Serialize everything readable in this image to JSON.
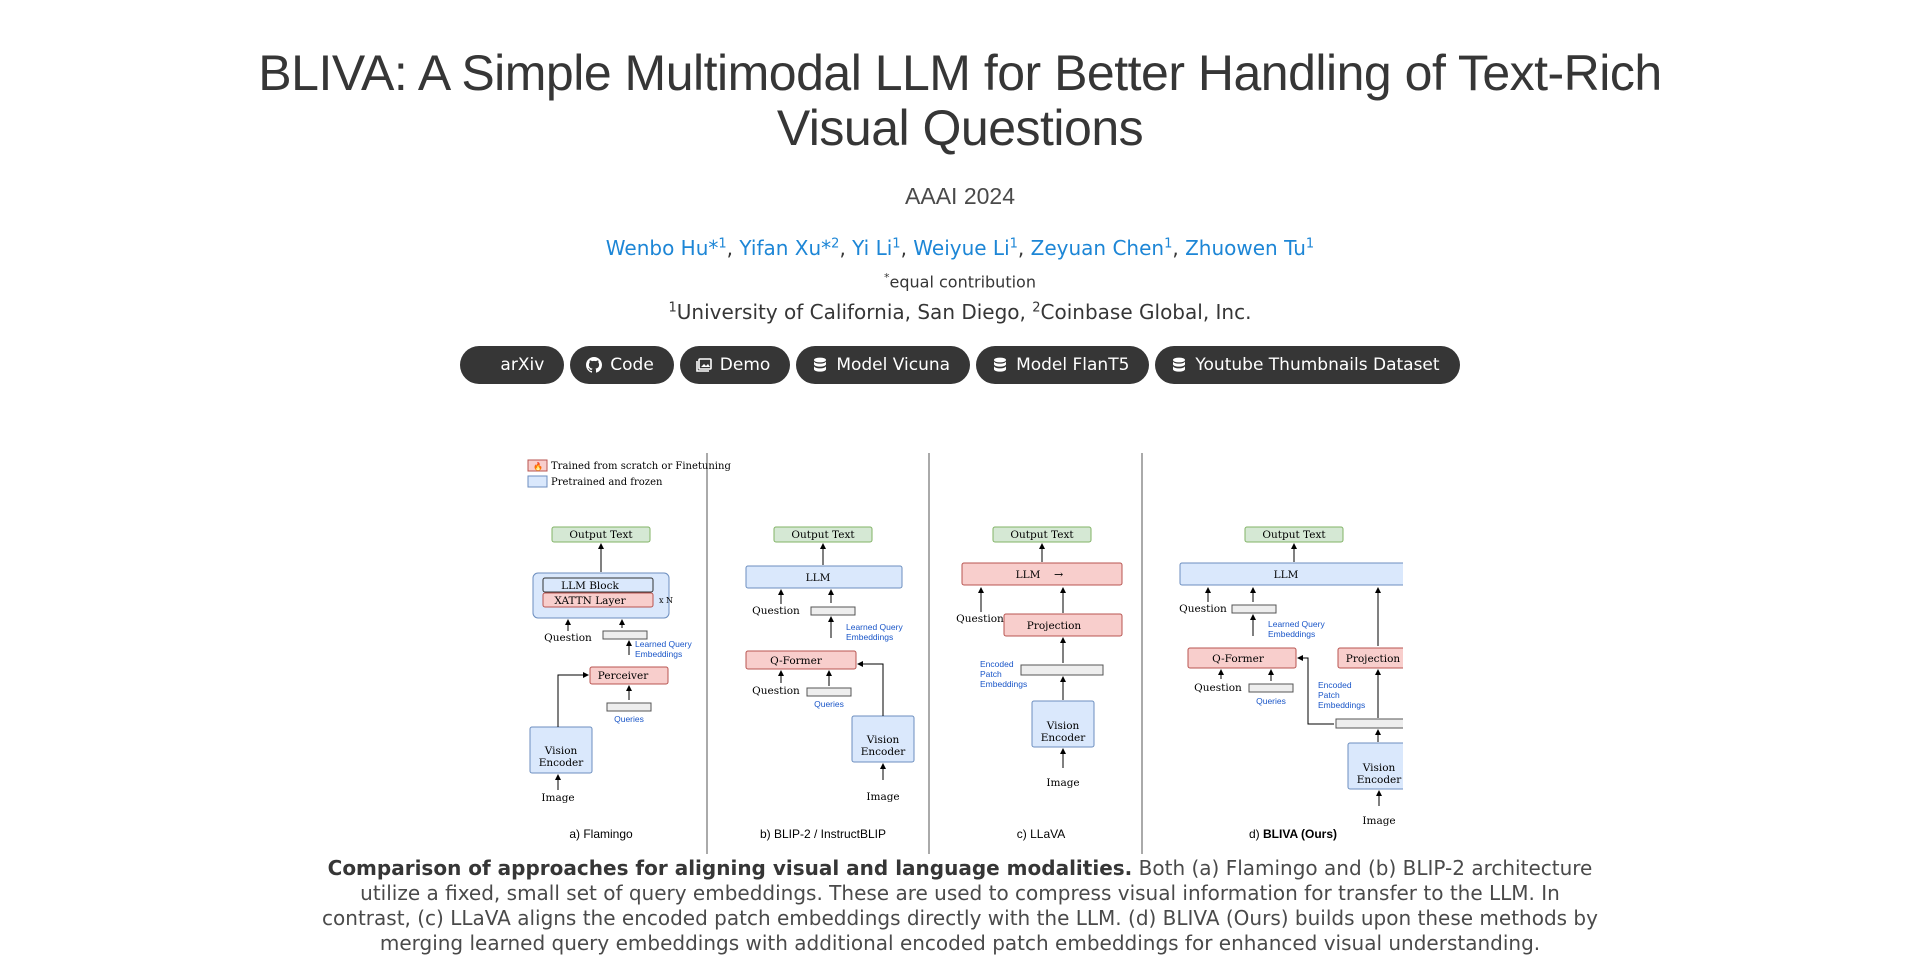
{
  "page": {
    "title_line1": "BLIVA: A Simple Multimodal LLM for Better Handling of Text-Rich",
    "title_line2": "Visual Questions",
    "venue": "AAAI 2024"
  },
  "authors": [
    {
      "name": "Wenbo Hu*",
      "sup": "1"
    },
    {
      "name": "Yifan Xu*",
      "sup": "2"
    },
    {
      "name": "Yi Li",
      "sup": "1"
    },
    {
      "name": "Weiyue Li",
      "sup": "1"
    },
    {
      "name": "Zeyuan Chen",
      "sup": "1"
    },
    {
      "name": "Zhuowen Tu",
      "sup": "1"
    }
  ],
  "equal_contribution": {
    "sup": "*",
    "text": "equal contribution"
  },
  "affiliations": {
    "sup1": "1",
    "aff1": "University of California, San Diego,",
    "sup2": "2",
    "aff2": "Coinbase Global, Inc."
  },
  "links": [
    {
      "label": "arXiv",
      "icon": "arxiv-icon"
    },
    {
      "label": "Code",
      "icon": "github-icon"
    },
    {
      "label": "Demo",
      "icon": "images-icon"
    },
    {
      "label": "Model Vicuna",
      "icon": "database-icon"
    },
    {
      "label": "Model FlanT5",
      "icon": "database-icon"
    },
    {
      "label": "Youtube Thumbnails Dataset",
      "icon": "database-icon"
    }
  ],
  "figure": {
    "legend_trained": "Trained from scratch or Finetuning",
    "legend_frozen": "Pretrained and frozen",
    "labels": {
      "output_text": "Output Text",
      "llm_block": "LLM Block",
      "xattn_layer": "XATTN Layer",
      "xn": "x N",
      "question": "Question",
      "learned_query": "Learned Query",
      "embeddings": "Embeddings",
      "perceiver": "Perceiver",
      "queries": "Queries",
      "vision": "Vision",
      "encoder": "Encoder",
      "image": "Image",
      "llm": "LLM",
      "q_former": "Q-Former",
      "projection": "Projection",
      "encoded": "Encoded",
      "patch": "Patch"
    },
    "panel_a": "a) Flamingo",
    "panel_b": "b) BLIP-2 / InstructBLIP",
    "panel_c": "c) LLaVA",
    "panel_d_prefix": "d) ",
    "panel_d_bold": "BLIVA (Ours)"
  },
  "caption": {
    "bold": "Comparison of approaches for aligning visual and language modalities.",
    "text": " Both (a) Flamingo and (b) BLIP-2 architecture utilize a fixed, small set of query embeddings. These are used to compress visual information for transfer to the LLM. In contrast, (c) LLaVA aligns the encoded patch embeddings directly with the LLM. (d) BLIVA (Ours) builds upon these methods by merging learned query embeddings with additional encoded patch embeddings for enhanced visual understanding."
  },
  "colors": {
    "green_box": "#d5e8d4",
    "blue_box": "#dae8fc",
    "red_box": "#f8cecc",
    "link_blue": "#1d86d6",
    "button_bg": "#363636"
  }
}
